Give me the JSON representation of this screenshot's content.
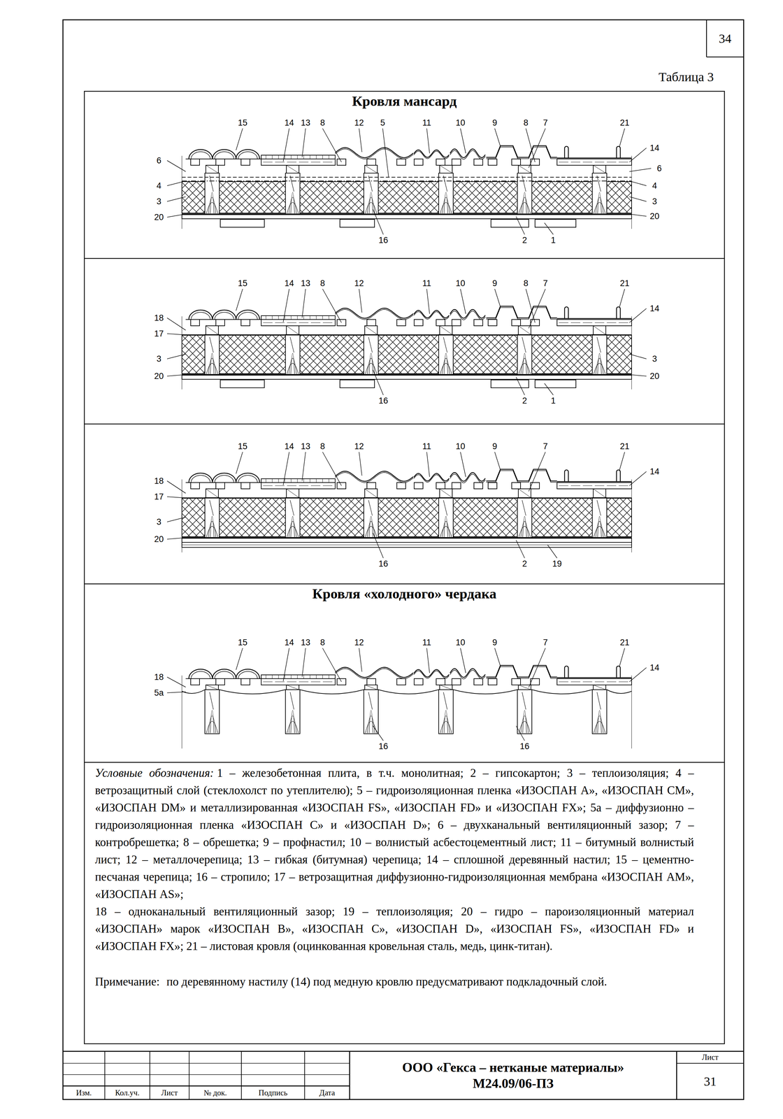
{
  "diagram": {
    "title": "Таблица 3",
    "nodes": [
      {
        "text": [
          "34"
        ]
      },
      {
        "text": [
          "Кровля мансард"
        ]
      },
      {
        "text": [
          "Кровля «холодного» чердака"
        ]
      },
      {
        "text": [
          "Условные обозначения:",
          "1 – железобетонная плита, в т.ч. монолитная; 2 – гипсокартон; 3 – теплоизоляция; 4 – ветрозащитный слой (стеклохолст по утеплителю); 5 – гидроизоляционная пленка «ИЗОСПАН А», «ИЗОСПАН СМ», «ИЗОСПАН DM» и металлизированная «ИЗОСПАН FS», «ИЗОСПАН FD» и «ИЗОСПАН FX»; 5а – диффузионно – гидроизоляционная пленка «ИЗОСПАН С» и «ИЗОСПАН D»; 6 – двухканальный вентиляционный зазор; 7 – контробрешетка; 8 – обрешетка; 9 – профнастил; 10 – волнистый асбестоцементный лист; 11 – битумный волнистый лист; 12 – металлочерепица; 13 – гибкая (битумная) черепица; 14 – сплошной деревянный настил; 15 – цементно-песчаная черепица; 16 – стропило; 17 – ветрозащитная диффузионно-гидроизоляционная мембрана «ИЗОСПАН АМ», «ИЗОСПАН AS»;",
          "18 – одноканальный вентиляционный зазор; 19 – теплоизоляция; 20 – гидро – пароизоляционный материал «ИЗОСПАН» марок «ИЗОСПАН В», «ИЗОСПАН С», «ИЗОСПАН D», «ИЗОСПАН FS», «ИЗОСПАН FD» и «ИЗОСПАН FX»; 21 – листовая кровля (оцинкованная кровельная сталь, медь, цинк-титан).",
          "Примечание:",
          "по деревянному настилу (14) под медную кровлю предусматривают подкладочный слой."
        ]
      },
      {
        "text": [
          "ООО «Гекса – нетканые материалы»",
          "М24.09/06-ПЗ"
        ]
      },
      {
        "text": [
          "Лист",
          "31"
        ]
      },
      {
        "text": [
          "Изм."
        ]
      },
      {
        "text": [
          "Кол.уч."
        ]
      },
      {
        "text": [
          "Лист"
        ]
      },
      {
        "text": [
          "№ док."
        ]
      },
      {
        "text": [
          "Подпись"
        ]
      },
      {
        "text": [
          "Дата"
        ]
      }
    ],
    "labels": [
      "15",
      "14",
      "13",
      "8",
      "12",
      "5",
      "11",
      "10",
      "9",
      "8",
      "7",
      "21",
      "14",
      "6",
      "4",
      "3",
      "20",
      "6",
      "4",
      "3",
      "20",
      "16",
      "2",
      "1",
      "15",
      "14",
      "13",
      "8",
      "12",
      "11",
      "10",
      "9",
      "8",
      "7",
      "21",
      "14",
      "3",
      "20",
      "18",
      "17",
      "3",
      "20",
      "16",
      "2",
      "1",
      "15",
      "14",
      "13",
      "8",
      "12",
      "11",
      "10",
      "9",
      "7",
      "21",
      "14",
      "18",
      "17",
      "3",
      "20",
      "16",
      "2",
      "19",
      "15",
      "14",
      "13",
      "8",
      "12",
      "11",
      "10",
      "9",
      "7",
      "21",
      "14",
      "18",
      "5а",
      "16",
      "16"
    ]
  }
}
